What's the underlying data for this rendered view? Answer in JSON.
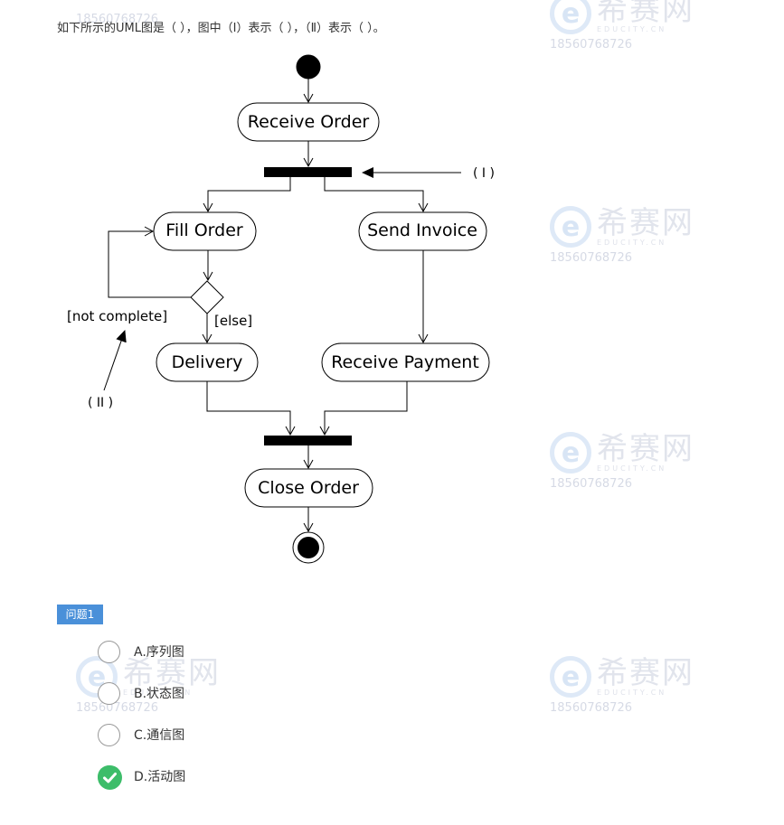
{
  "question": {
    "text": "如下所示的UML图是（ ），图中（Ⅰ）表示（ ），（Ⅱ）表示（ ）。"
  },
  "diagram": {
    "nodes": {
      "receive_order": "Receive Order",
      "fill_order": "Fill Order",
      "send_invoice": "Send Invoice",
      "delivery": "Delivery",
      "receive_payment": "Receive Payment",
      "close_order": "Close Order"
    },
    "guards": {
      "not_complete": "[not complete]",
      "else": "[else]"
    },
    "markers": {
      "label_1": "( I )",
      "label_2": "( II )"
    }
  },
  "watermark": {
    "brand": "希赛网",
    "sub": "EDUCITY.CN",
    "phone": "18560768726",
    "logo_letter": "e"
  },
  "problem": {
    "tag": "问题1",
    "options": [
      {
        "label": "A.序列图",
        "selected": false
      },
      {
        "label": "B.状态图",
        "selected": false
      },
      {
        "label": "C.通信图",
        "selected": false
      },
      {
        "label": "D.活动图",
        "selected": true
      }
    ]
  },
  "colors": {
    "tag_bg": "#4a90d9",
    "correct": "#3dbd6a"
  },
  "icons": {
    "correct": "check-circle-icon",
    "unselected": "radio-circle-icon"
  }
}
